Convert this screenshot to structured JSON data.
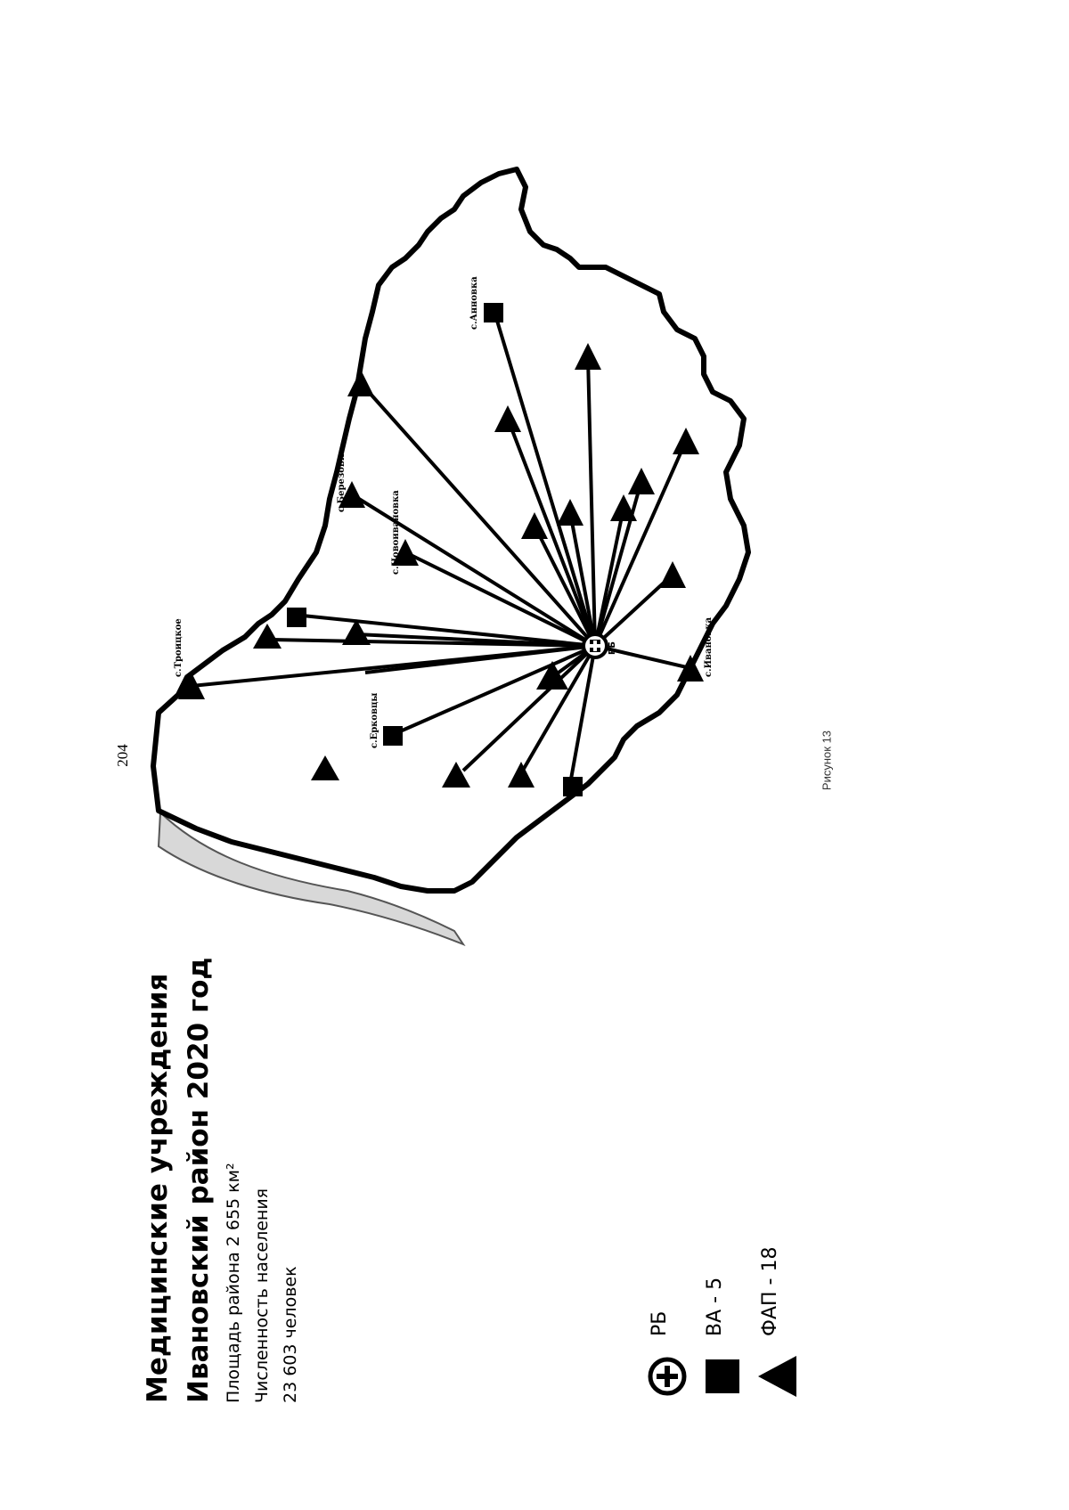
{
  "page": {
    "number": "204"
  },
  "title": {
    "line1": "Медицинские учреждения",
    "line2": "Ивановский район 2020 год"
  },
  "info": {
    "area": "Площадь района 2 655 км²",
    "population_label": "Численность населения",
    "population_value": "23 603 человек"
  },
  "legend": [
    {
      "symbol": "plus-circle",
      "label": "РБ"
    },
    {
      "symbol": "square",
      "label": "ВА - 5"
    },
    {
      "symbol": "triangle",
      "label": "ФАП - 18"
    }
  ],
  "map": {
    "center_label": "РБ",
    "places": [
      {
        "label": "с.Троицкое",
        "symbol": "triangle"
      },
      {
        "label": "с.Ерковцы",
        "symbol": "square"
      },
      {
        "label": "с.Новоивановка",
        "symbol": "triangle"
      },
      {
        "label": "с.Березовка",
        "symbol": "triangle"
      },
      {
        "label": "с.Анновка",
        "symbol": "square"
      },
      {
        "label": "с.Ивановка",
        "symbol": "triangle"
      }
    ]
  },
  "caption": "Рисунок 13"
}
